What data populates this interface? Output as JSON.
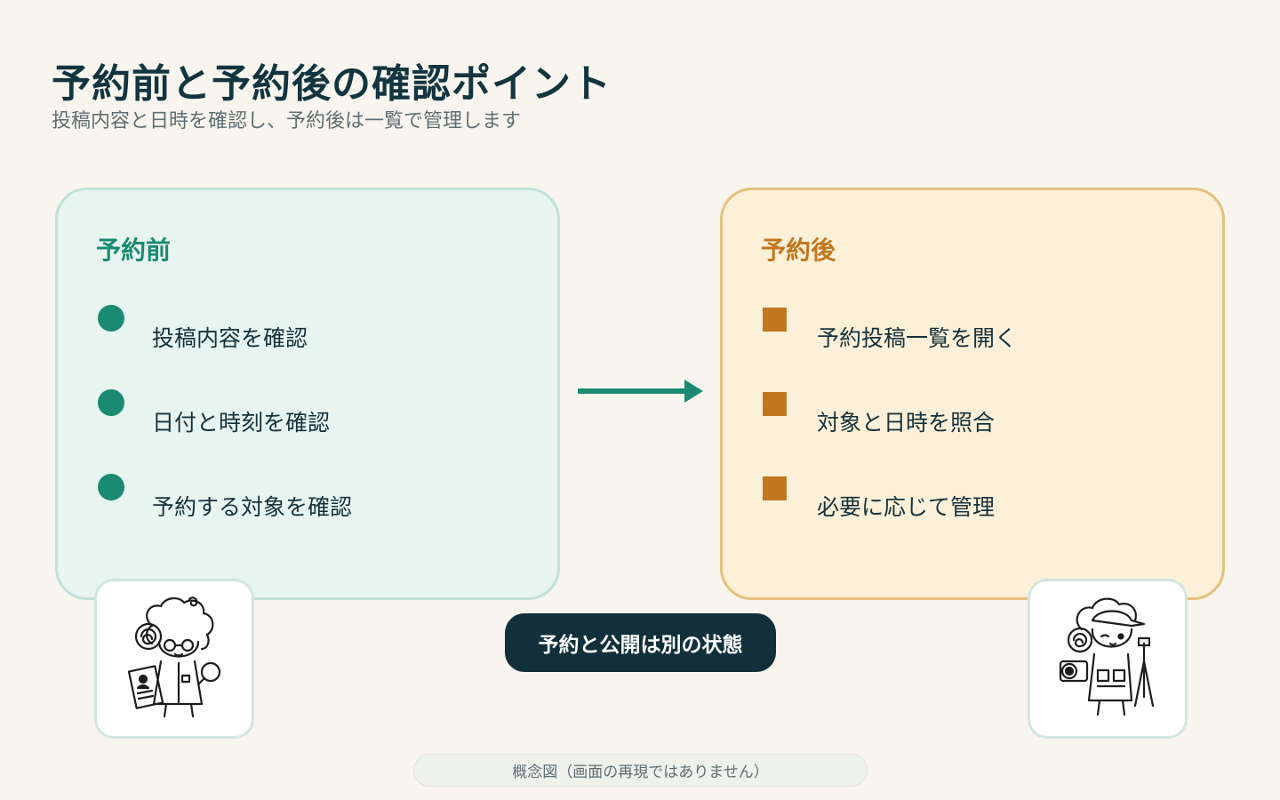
{
  "header": {
    "title": "予約前と予約後の確認ポイント",
    "subtitle": "投稿内容と日時を確認し、予約後は一覧で管理します"
  },
  "panels": [
    {
      "title": "予約前",
      "items": [
        "投稿内容を確認",
        "日付と時刻を確認",
        "予約する対象を確認"
      ]
    },
    {
      "title": "予約後",
      "items": [
        "予約投稿一覧を開く",
        "対象と日時を照合",
        "必要に応じて管理"
      ]
    }
  ],
  "badge": "予約と公開は別の状態",
  "note": "概念図（画面の再現ではありません）",
  "colors": {
    "background": "#f8f5ee",
    "teal": "#1a8a73",
    "amber": "#c0781e",
    "navy": "#11303b"
  },
  "icons": {
    "arrow": "arrow-right-icon",
    "left_avatar": "inspector-character-icon",
    "right_avatar": "photographer-character-icon"
  }
}
